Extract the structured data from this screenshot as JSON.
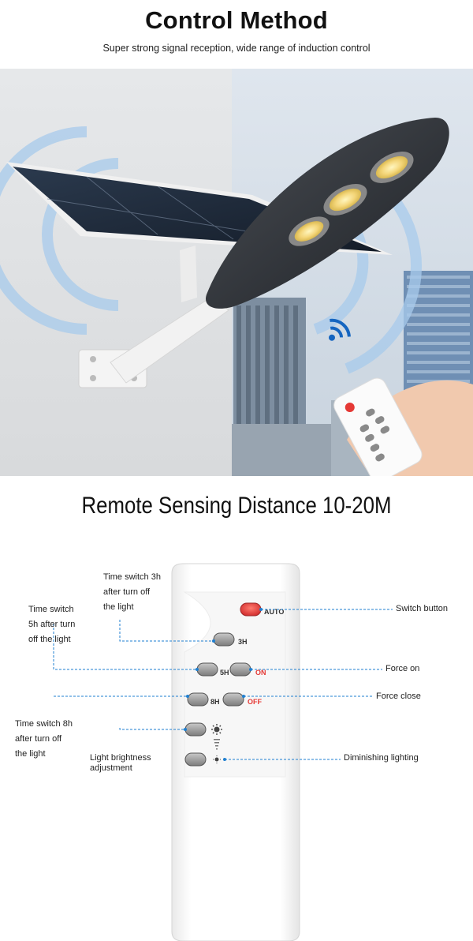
{
  "header": {
    "title": "Control Method",
    "subtitle": "Super strong signal reception, wide range of induction control"
  },
  "section": {
    "title": "Remote Sensing Distance 10-20M"
  },
  "remote": {
    "buttons": {
      "auto": "AUTO",
      "h3": "3H",
      "h5": "5H",
      "on": "ON",
      "h8": "8H",
      "off": "OFF"
    },
    "colors": {
      "body": "#ffffff",
      "auto_button": "#e53935",
      "button": "#9e9e9e",
      "on_off_text": "#e53935",
      "callout_line": "#1f7fd0"
    }
  },
  "callouts": {
    "time_3h": [
      "Time switch 3h",
      "after turn off",
      "the light"
    ],
    "time_5h": [
      "Time switch",
      "5h after turn",
      "off the light"
    ],
    "time_8h": [
      "Time switch 8h",
      "after turn off",
      "the light"
    ],
    "brightness": [
      "Light brightness",
      "adjustment"
    ],
    "switch_button": "Switch button",
    "force_on": "Force on",
    "force_close": "Force close",
    "diminishing": "Diminishing lighting"
  },
  "icons": [
    "wifi-signal-icon",
    "sun-bright-icon",
    "sun-dim-icon"
  ]
}
